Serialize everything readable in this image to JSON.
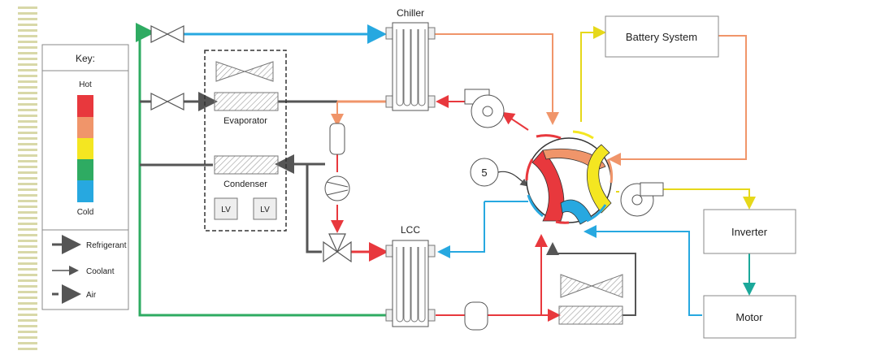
{
  "key": {
    "title": "Key:",
    "hot_label": "Hot",
    "cold_label": "Cold",
    "scale_colors": [
      "#e8383d",
      "#f0956a",
      "#f4e621",
      "#2eab62",
      "#27a8e0"
    ],
    "line_types": [
      {
        "label": "Refrigerant"
      },
      {
        "label": "Coolant"
      },
      {
        "label": "Air"
      }
    ]
  },
  "components": {
    "chiller": "Chiller",
    "evaporator": "Evaporator",
    "condenser": "Condenser",
    "lcc": "LCC",
    "battery": "Battery System",
    "inverter": "Inverter",
    "motor": "Motor",
    "lv_left": "LV",
    "lv_right": "LV",
    "valve_callout": "5"
  },
  "colors": {
    "refrigerant": "#555555",
    "hot": "#e8383d",
    "warm": "#f0956a",
    "yellow": "#f4e621",
    "green": "#2eab62",
    "cold": "#27a8e0",
    "teal": "#1ba89a"
  }
}
